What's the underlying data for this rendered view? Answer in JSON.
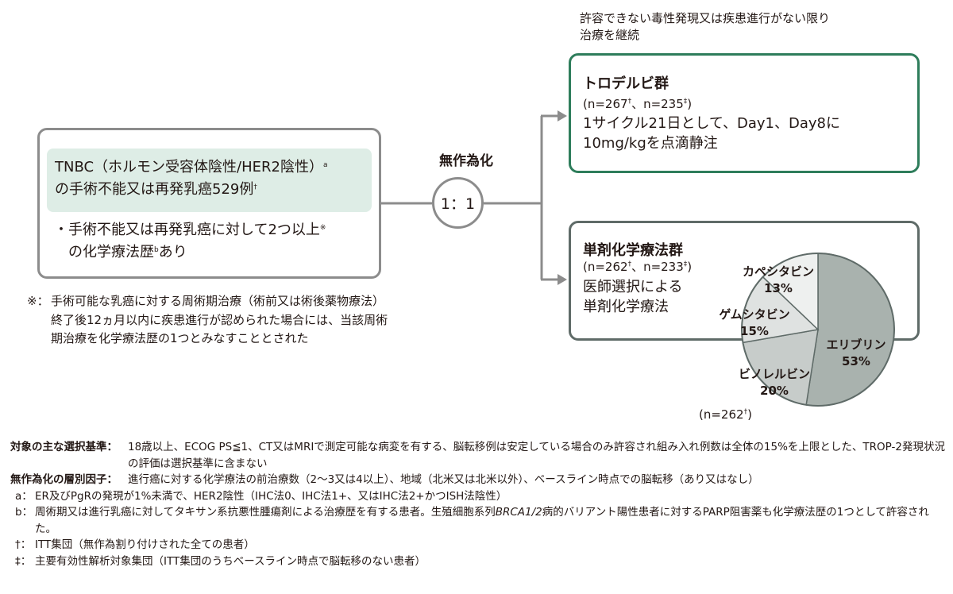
{
  "left": {
    "tnbc_line1": "TNBC（ホルモン受容体陰性/HER2陰性）",
    "tnbc_line1_sup": "a",
    "tnbc_line2": "の手術不能又は再発乳癌529例",
    "tnbc_line2_sup": "†",
    "bullet_line1": "・手術不能又は再発乳癌に対して2つ以上",
    "bullet_line1_sup": "※",
    "bullet_line2": "の化学療法歴",
    "bullet_line2_sup": "b",
    "bullet_line2_tail": "あり",
    "note_mark": "※：",
    "note_text": "手術可能な乳癌に対する周術期治療（術前又は術後薬物療法）終了後12ヵ月以内に疾患進行が認められた場合には、当該周術期治療を化学療法歴の1つとみなすこととされた"
  },
  "randomization": {
    "label": "無作為化",
    "ratio": "1：1"
  },
  "continue_note": {
    "line1": "許容できない毒性発現又は疾患進行がない限り",
    "line2": "治療を継続"
  },
  "arm1": {
    "title": "トロデルビ群",
    "n_a": "(n=267",
    "n_a_sup": "†",
    "n_b": "、n=235",
    "n_b_sup": "‡",
    "n_close": ")",
    "desc_line1": "1サイクル21日として、Day1、Day8に",
    "desc_line2": "10mg/kgを点滴静注"
  },
  "arm2": {
    "title": "単剤化学療法群",
    "n_a": "(n=262",
    "n_a_sup": "†",
    "n_b": "、n=233",
    "n_b_sup": "‡",
    "n_close": ")",
    "desc_line1": "医師選択による",
    "desc_line2": "単剤化学療法"
  },
  "chart_data": {
    "type": "pie",
    "slices": [
      {
        "label": "エリブリン",
        "value": 53,
        "value_label": "53%",
        "color": "#a9b2ae"
      },
      {
        "label": "ビノレルビン",
        "value": 20,
        "value_label": "20%",
        "color": "#c7ccca"
      },
      {
        "label": "ゲムシタビン",
        "value": 15,
        "value_label": "15%",
        "color": "#dfe2e1"
      },
      {
        "label": "カペシタビン",
        "value": 13,
        "value_label": "13%",
        "color": "#eef0ef"
      }
    ],
    "note": "(n=262",
    "note_sup": "†",
    "note_close": ")"
  },
  "footnotes": {
    "criteria_key": "対象の主な選択基準：",
    "criteria_text": "18歳以上、ECOG PS≦1、CT又はMRIで測定可能な病変を有する、脳転移例は安定している場合のみ許容され組み入れ例数は全体の15%を上限とした、TROP-2発現状況の評価は選択基準に含まない",
    "strat_key": "無作為化の層別因子：",
    "strat_text": "進行癌に対する化学療法の前治療数（2～3又は4以上）、地域（北米又は北米以外）、ベースライン時点での脳転移（あり又はなし）",
    "a_key": "a：",
    "a_text": "ER及びPgRの発現が1%未満で、HER2陰性（IHC法0、IHC法1+、又はIHC法2+かつISH法陰性）",
    "b_key": "b：",
    "b_text_1": "周術期又は進行乳癌に対してタキサン系抗悪性腫瘍剤による治療歴を有する患者。生殖細胞系列",
    "b_text_italic": "BRCA1/2",
    "b_text_2": "病的バリアント陽性患者に対するPARP阻害薬も化学療法歴の1つとして許容された。",
    "dagger_key": "†：",
    "dagger_text": "ITT集団（無作為割り付けされた全ての患者）",
    "ddagger_key": "‡：",
    "ddagger_text": "主要有効性解析対象集団（ITT集団のうちベースライン時点で脳転移のない患者）"
  },
  "colors": {
    "arm1_border": "#2e7d5b",
    "arm2_border": "#5f6b68",
    "tnbc_panel": "#deede6",
    "connector": "#8c8c8c"
  }
}
